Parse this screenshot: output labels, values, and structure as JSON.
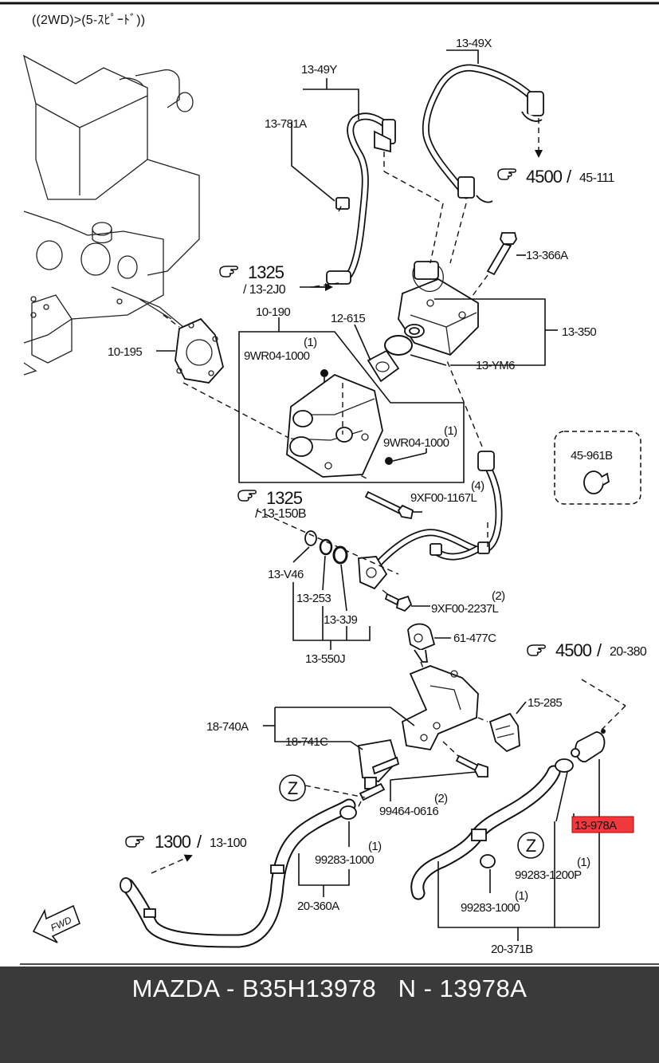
{
  "diagram": {
    "header": "((2WD)>(5-ｽﾋﾟｰﾄﾞ))",
    "ref_marks": [
      {
        "main": "4500",
        "sub": "45-111"
      },
      {
        "main": "1325",
        "sub": "/ 13-2J0"
      },
      {
        "main": "1325",
        "sub": "/ 13-150B"
      },
      {
        "main": "4500",
        "sub": "20-380"
      },
      {
        "main": "1300",
        "sub": "13-100"
      }
    ],
    "labels": {
      "p13_49x": "13-49X",
      "p13_49y": "13-49Y",
      "p13_781a": "13-781A",
      "p13_366a": "13-366A",
      "p10_190": "10-190",
      "p12_615": "12-615",
      "p13_350": "13-350",
      "p10_195": "10-195",
      "p9wr_top": "9WR04-1000",
      "p9wr_top_qty": "(1)",
      "p13_ym6": "13-YM6",
      "p9wr_bot": "9WR04-1000",
      "p9wr_bot_qty": "(1)",
      "p45_961b": "45-961B",
      "p9xf_1167": "9XF00-1167L",
      "p9xf_1167_qty": "(4)",
      "p13_v46": "13-V46",
      "p13_253": "13-253",
      "p13_3j9": "13-3J9",
      "p13_550j": "13-550J",
      "p9xf_2237": "9XF00-2237L",
      "p9xf_2237_qty": "(2)",
      "p61_477c": "61-477C",
      "p15_285": "15-285",
      "p18_740a": "18-740A",
      "p18_741c": "18-741C",
      "p99464": "99464-0616",
      "p99464_qty": "(2)",
      "p13_978a": "13-978A",
      "p99283_1000a": "99283-1000",
      "p99283_1000a_qty": "(1)",
      "p99283_1200p": "99283-1200P",
      "p99283_1200p_qty": "(1)",
      "p99283_1000b": "99283-1000",
      "p99283_1000b_qty": "(1)",
      "p20_360a": "20-360A",
      "p20_371b": "20-371B",
      "zone_z": "Z",
      "fwd": "FWD"
    },
    "highlight_color": "#f0393c"
  },
  "footer": {
    "brand": "MAZDA",
    "part_number": "B35H13978",
    "ref_code": "N - 13978A"
  }
}
